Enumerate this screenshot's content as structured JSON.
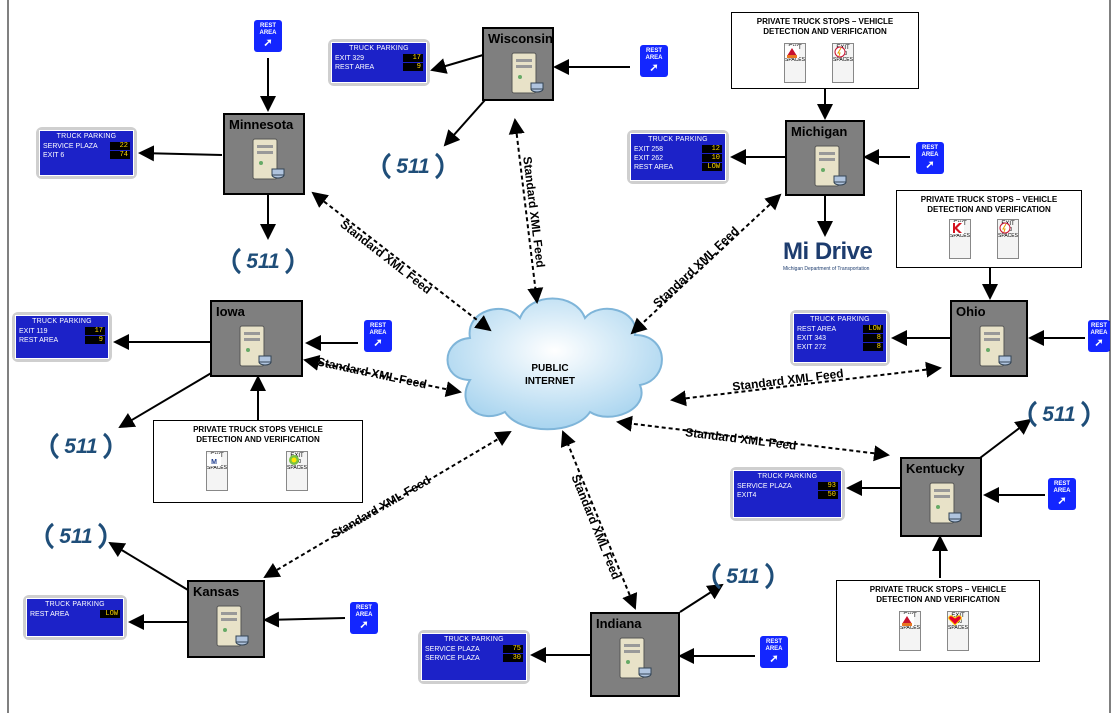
{
  "cloud": {
    "line1": "PUBLIC",
    "line2": "INTERNET"
  },
  "feed_label": "Standard XML Feed",
  "brand_511": "511",
  "rest_area": {
    "line1": "REST",
    "line2": "AREA"
  },
  "states": {
    "wisconsin": {
      "name": "Wisconsin"
    },
    "minnesota": {
      "name": "Minnesota"
    },
    "michigan": {
      "name": "Michigan"
    },
    "iowa": {
      "name": "Iowa"
    },
    "ohio": {
      "name": "Ohio"
    },
    "kentucky": {
      "name": "Kentucky"
    },
    "kansas": {
      "name": "Kansas"
    },
    "indiana": {
      "name": "Indiana"
    }
  },
  "signs": {
    "wisconsin": {
      "title": "TRUCK PARKING",
      "rows": [
        {
          "label": "EXIT 329",
          "value": "17"
        },
        {
          "label": "REST AREA",
          "value": "9"
        }
      ]
    },
    "minnesota": {
      "title": "TRUCK PARKING",
      "rows": [
        {
          "label": "SERVICE PLAZA",
          "value": "22"
        },
        {
          "label": "EXIT 6",
          "value": "74"
        }
      ]
    },
    "michigan": {
      "title": "TRUCK PARKING",
      "rows": [
        {
          "label": "EXIT 258",
          "value": "12"
        },
        {
          "label": "EXIT 262",
          "value": "10"
        },
        {
          "label": "REST AREA",
          "value": "LOW"
        }
      ]
    },
    "iowa": {
      "title": "TRUCK PARKING",
      "rows": [
        {
          "label": "EXIT 119",
          "value": "17"
        },
        {
          "label": "REST AREA",
          "value": "9"
        }
      ]
    },
    "ohio": {
      "title": "TRUCK PARKING",
      "rows": [
        {
          "label": "REST AREA",
          "value": "LOW"
        },
        {
          "label": "EXIT 343",
          "value": "8"
        },
        {
          "label": "EXIT 272",
          "value": "8"
        }
      ]
    },
    "kentucky": {
      "title": "TRUCK PARKING",
      "rows": [
        {
          "label": "SERVICE PLAZA",
          "value": "93"
        },
        {
          "label": "EXIT4",
          "value": "50"
        }
      ]
    },
    "kansas": {
      "title": "TRUCK PARKING",
      "rows": [
        {
          "label": "REST AREA",
          "value": "LOW"
        }
      ]
    },
    "indiana": {
      "title": "TRUCK PARKING",
      "rows": [
        {
          "label": "SERVICE PLAZA",
          "value": "75"
        },
        {
          "label": "SERVICE PLAZA",
          "value": "30"
        }
      ]
    }
  },
  "private_boxes": {
    "michigan": {
      "line1": "PRIVATE TRUCK STOPS – VEHICLE",
      "line2": "DETECTION AND VERIFICATION",
      "cards": [
        {
          "exit": "EXIT",
          "brand": "Pilot",
          "spaces": "87 SPACES"
        },
        {
          "exit": "EXIT",
          "brand": "Speedway",
          "spaces": "160 SPACES"
        }
      ]
    },
    "ohio": {
      "line1": "PRIVATE TRUCK STOPS – VEHICLE",
      "line2": "DETECTION AND VERIFICATION",
      "cards": [
        {
          "exit": "EXIT",
          "brand": "Kwik Trip",
          "spaces": "87 SPACES"
        },
        {
          "exit": "EXIT",
          "brand": "Speedway",
          "spaces": "160 SPACES"
        }
      ]
    },
    "iowa": {
      "line1": "PRIVATE TRUCK STOPS VEHICLE",
      "line2": "DETECTION AND VERIFICATION",
      "cards": [
        {
          "exit": "EXIT",
          "brand": "Mobil",
          "spaces": "87 SPACES"
        },
        {
          "exit": "EXIT",
          "brand": "bp",
          "spaces": "160 SPACES"
        }
      ]
    },
    "kentucky": {
      "line1": "PRIVATE TRUCK STOPS – VEHICLE",
      "line2": "DETECTION AND VERIFICATION",
      "cards": [
        {
          "exit": "EXIT",
          "brand": "Pilot",
          "spaces": "87 SPACES"
        },
        {
          "exit": "EXIT",
          "brand": "Love's",
          "spaces": "160 SPACES"
        }
      ]
    }
  },
  "midrive": {
    "main": "Mi Drive",
    "sub": "Michigan Department of Transportation"
  },
  "colors": {
    "sign_blue": "#1c22c8",
    "rest_blue": "#1326ff",
    "node_gray": "#7f7f7f",
    "brand_511": "#1f4e79"
  }
}
